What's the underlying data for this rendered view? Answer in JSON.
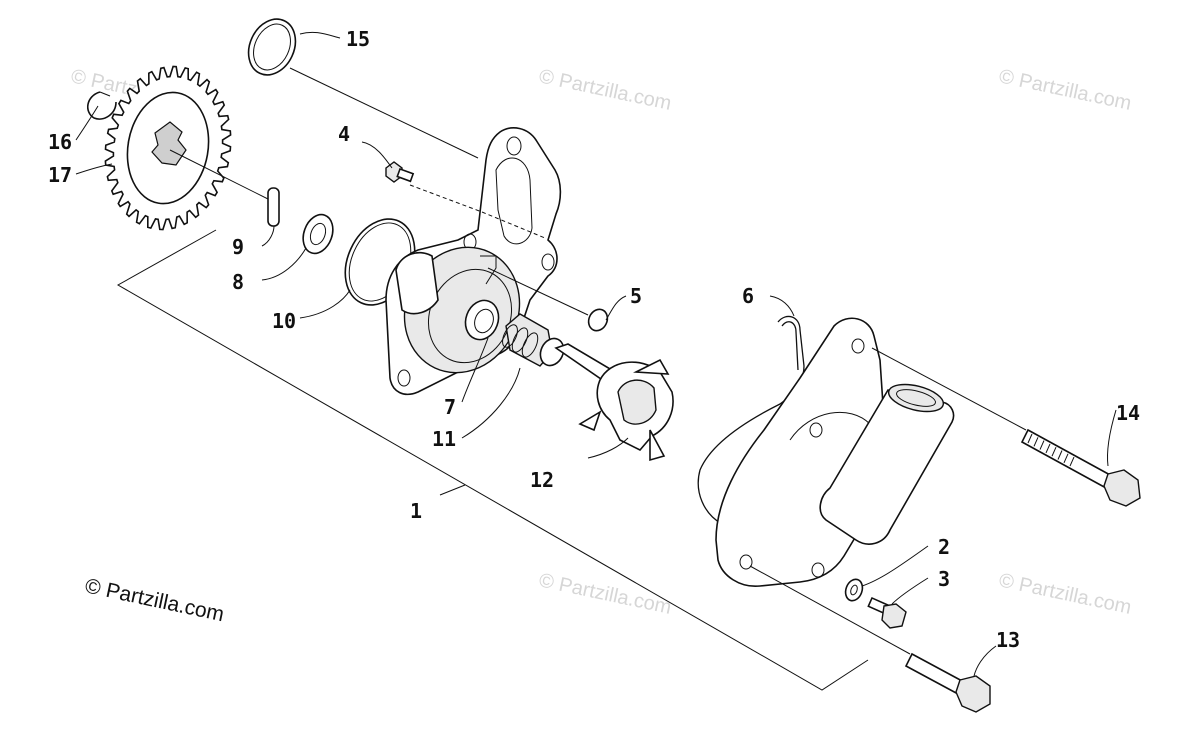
{
  "callouts": {
    "c1": "1",
    "c2": "2",
    "c3": "3",
    "c4": "4",
    "c5": "5",
    "c6": "6",
    "c7": "7",
    "c8": "8",
    "c9": "9",
    "c10": "10",
    "c11": "11",
    "c12": "12",
    "c13": "13",
    "c14": "14",
    "c15": "15",
    "c16": "16",
    "c17": "17"
  },
  "watermark": "© Partzilla.com",
  "copyright": "© Partzilla.com"
}
